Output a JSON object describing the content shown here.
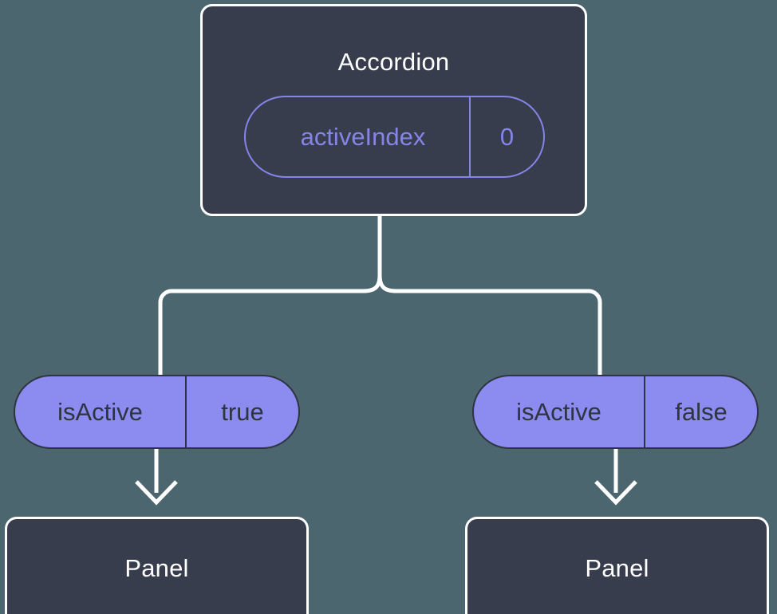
{
  "diagram": {
    "type": "component-state-tree",
    "background_color": "#4c6670",
    "root": {
      "label": "Accordion",
      "box_fill": "#373d4d",
      "box_border": "#ffffff",
      "state": {
        "key": "activeIndex",
        "value": "0",
        "style": "outlined",
        "color": "#8585e8"
      }
    },
    "children": [
      {
        "prop": {
          "key": "isActive",
          "value": "true",
          "fill": "#8b8bf0",
          "text": "#2e3440"
        },
        "node": {
          "label": "Panel",
          "box_fill": "#373d4d",
          "box_border": "#ffffff"
        },
        "arrow": "arrow-down"
      },
      {
        "prop": {
          "key": "isActive",
          "value": "false",
          "fill": "#8b8bf0",
          "text": "#2e3440"
        },
        "node": {
          "label": "Panel",
          "box_fill": "#373d4d",
          "box_border": "#ffffff"
        },
        "arrow": "arrow-down"
      }
    ],
    "connectors": {
      "color": "#ffffff",
      "stroke_width": 5,
      "style": "orthogonal-rounded-fork"
    }
  }
}
